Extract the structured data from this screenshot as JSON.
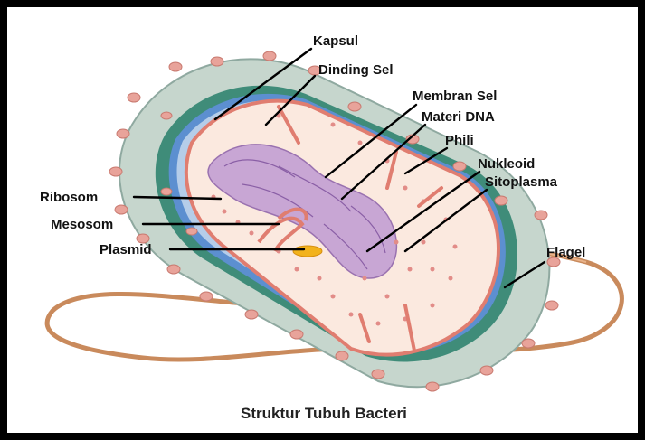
{
  "diagram": {
    "labels": {
      "kapsul": "Kapsul",
      "dinding_sel": "Dinding Sel",
      "membran_sel": "Membran Sel",
      "materi_dna": "Materi DNA",
      "phili": "Phili",
      "nukleoid": "Nukleoid",
      "sitoplasma": "Sitoplasma",
      "ribosom": "Ribosom",
      "mesosom": "Mesosom",
      "plasmid": "Plasmid",
      "flagel": "Flagel"
    },
    "caption": "Struktur Tubuh Bacteri"
  },
  "colors": {
    "capsule": "#c9d7cf",
    "cell_wall": "#3e8a78",
    "membrane_blue": "#5f8fcf",
    "cytoplasm": "#fbe9e0",
    "membrane_pink": "#e07d70",
    "dna": "#b48fc4",
    "plasmid": "#f2b21c",
    "flagellum": "#d69a6d",
    "pili_dots": "#e8a39a"
  },
  "icons": [
    "bacterium-illustration"
  ]
}
